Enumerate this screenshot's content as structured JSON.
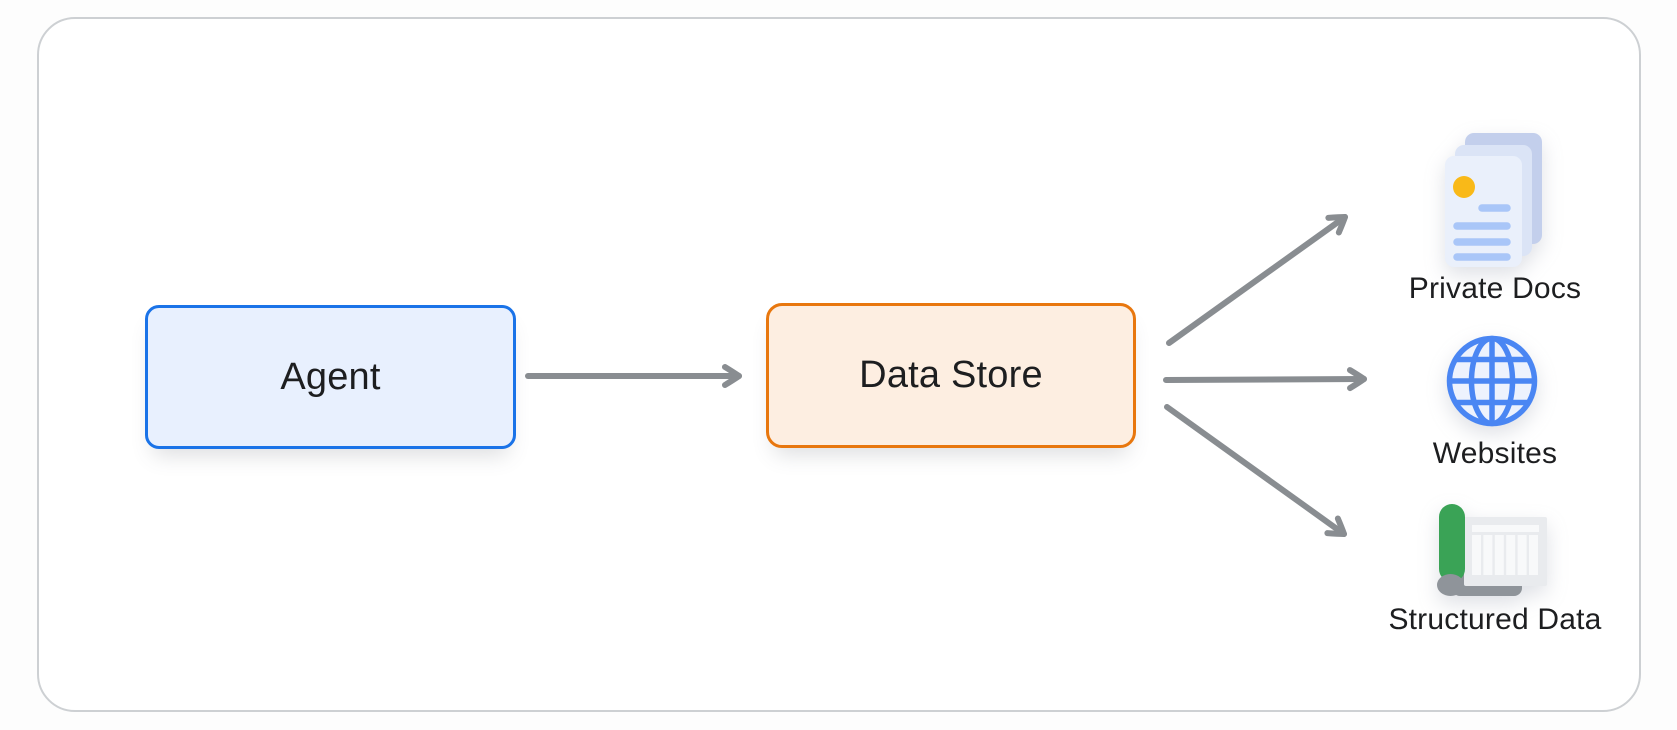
{
  "diagram": {
    "nodes": {
      "agent": {
        "label": "Agent"
      },
      "data_store": {
        "label": "Data Store"
      }
    },
    "targets": [
      {
        "id": "private-docs",
        "label": "Private Docs",
        "icon": "documents-stack-icon"
      },
      {
        "id": "websites",
        "label": "Websites",
        "icon": "globe-icon"
      },
      {
        "id": "structured-data",
        "label": "Structured Data",
        "icon": "data-scroll-icon"
      }
    ],
    "edges": [
      {
        "from": "Agent",
        "to": "Data Store"
      },
      {
        "from": "Data Store",
        "to": "Private Docs"
      },
      {
        "from": "Data Store",
        "to": "Websites"
      },
      {
        "from": "Data Store",
        "to": "Structured Data"
      }
    ],
    "colors": {
      "page-bg": "#fdfdfd",
      "card-bg": "#ffffff",
      "card-border": "#cdd0d3",
      "text": "#1d1e20",
      "arrow": "#898d91",
      "agent-border": "#1a73e8",
      "agent-fill": "#e8f0fe",
      "datastore-border": "#e8770e",
      "datastore-fill": "#fdeee1",
      "docs-page-front": "#eaf0fb",
      "docs-page-mid": "#dbe4f6",
      "docs-page-back": "#c3cfec",
      "docs-dot": "#f9b918",
      "docs-line": "#a9c6f8",
      "globe-stroke": "#4a86f3",
      "globe-fill": "#edf2fd",
      "scroll-green": "#3aa356",
      "scroll-gray": "#8f949a",
      "sheet-gray": "#e9ebee",
      "sheet-cell": "#f8f9fa"
    }
  }
}
